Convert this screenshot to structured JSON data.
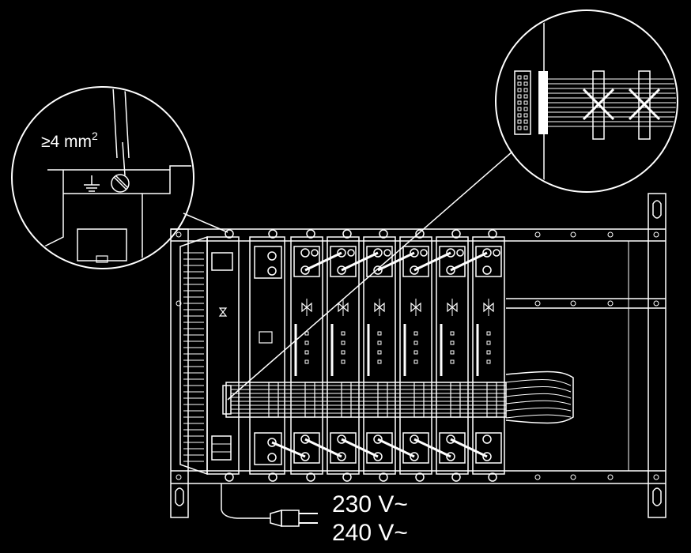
{
  "labels": {
    "wire_gauge": "≥4 mm",
    "wire_gauge_exp": "2",
    "voltage_1": "230 V~",
    "voltage_2": "240 V~"
  },
  "colors": {
    "background": "#000000",
    "line": "#ffffff"
  },
  "icons": {
    "ground": "ground-icon",
    "power_plug": "power-plug-icon",
    "crossed_connection": "x-mark-icon"
  }
}
